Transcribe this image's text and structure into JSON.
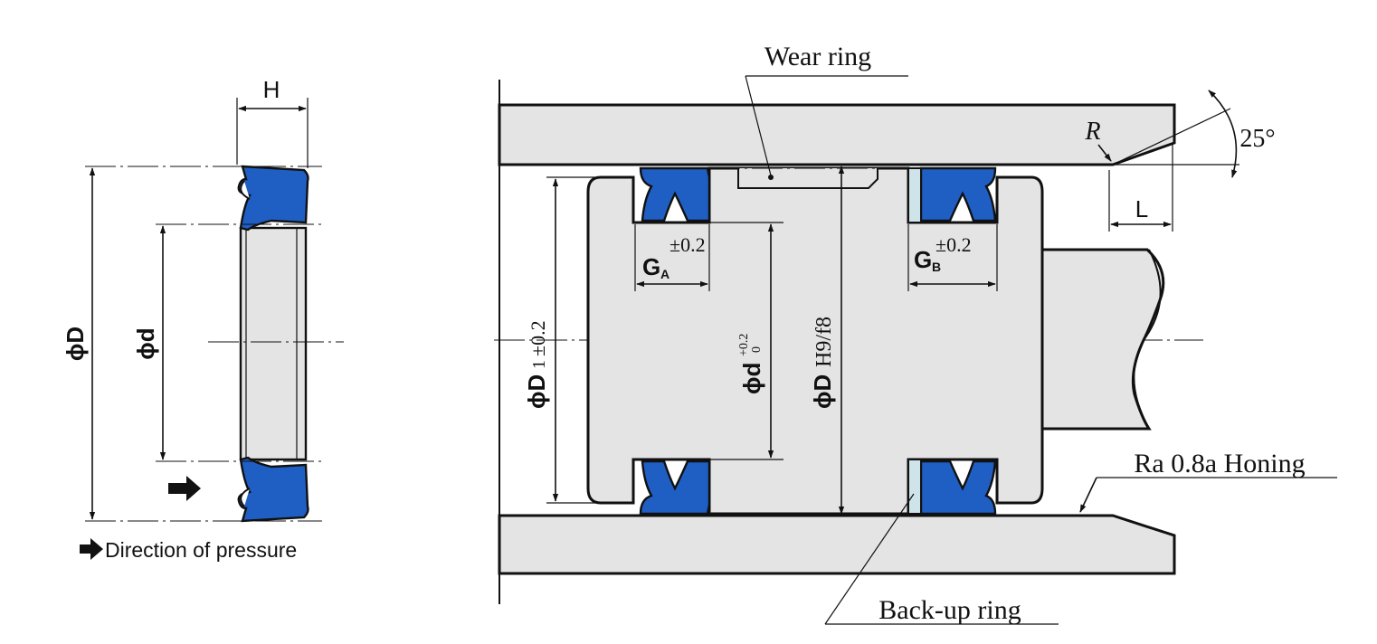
{
  "left_view": {
    "width_label": "H",
    "outer_diameter_label": "ϕD",
    "inner_diameter_label": "ϕd",
    "legend_text": "Direction of pressure",
    "legend_icon": "arrow-right-icon"
  },
  "right_view": {
    "wear_ring_label": "Wear ring",
    "backup_ring_label": "Back-up ring",
    "surface_finish_label": "Ra 0.8a Honing",
    "radius_label": "R",
    "angle_label": "25°",
    "chamfer_length_label": "L",
    "groove_a": {
      "letter": "G",
      "subscript": "A",
      "tolerance": "±0.2"
    },
    "groove_b": {
      "letter": "G",
      "subscript": "B",
      "tolerance": "±0.2"
    },
    "piston_diameter": {
      "symbol": "ϕD",
      "subscript": "1",
      "tolerance": "±0.2"
    },
    "groove_diameter": {
      "symbol": "ϕd",
      "upper_tolerance": "+0.2",
      "lower_tolerance": "0"
    },
    "bore_diameter": {
      "symbol": "ϕD",
      "fit": "H9/f8"
    }
  },
  "colors": {
    "seal": "#1f5fc4",
    "part_fill": "#e4e4e4",
    "backup_ring": "#cfe3ea",
    "line": "#111111"
  }
}
